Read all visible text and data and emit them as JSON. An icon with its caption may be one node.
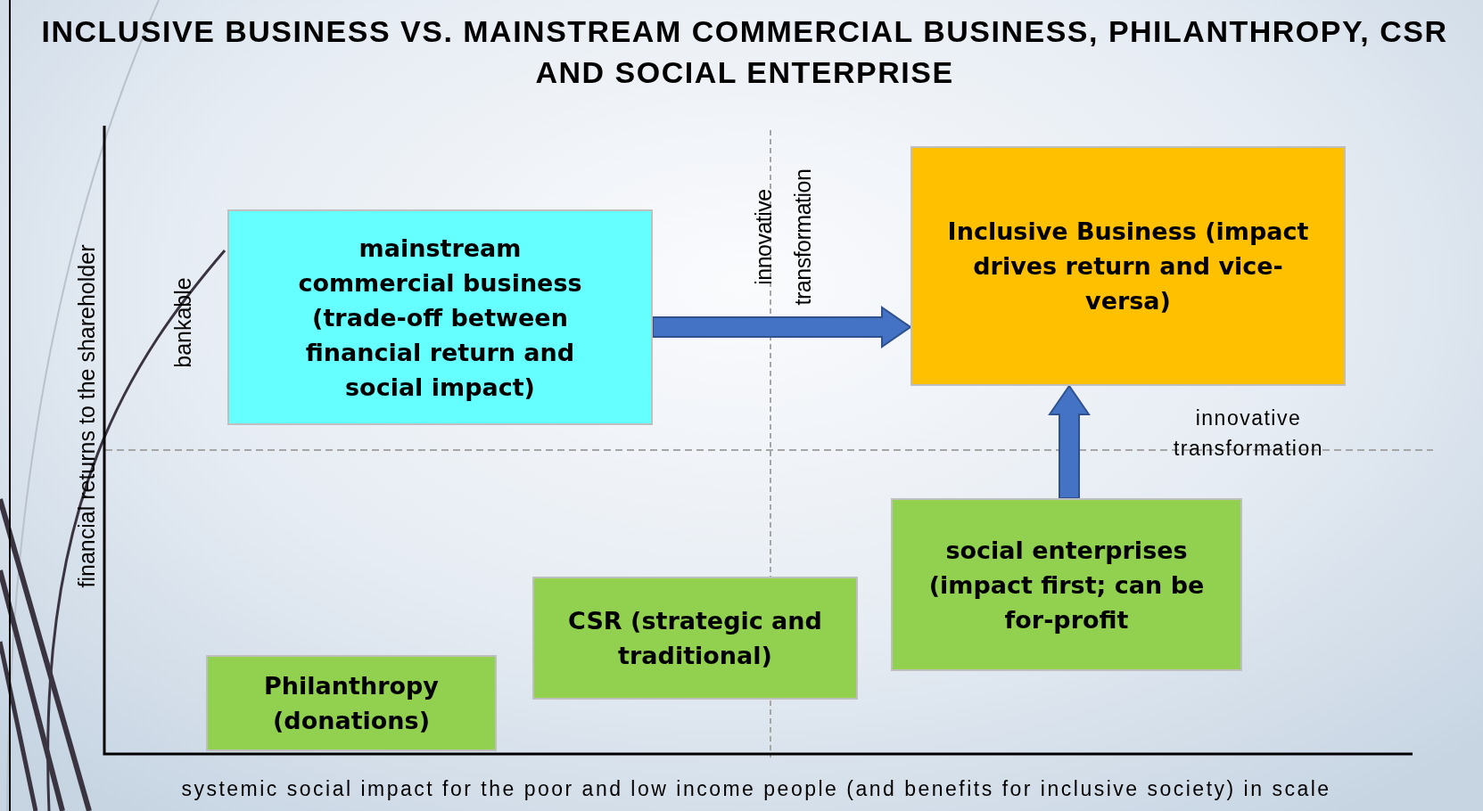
{
  "diagram": {
    "title": "INCLUSIVE BUSINESS VS. MAINSTREAM COMMERCIAL BUSINESS, PHILANTHROPY, CSR AND SOCIAL ENTERPRISE",
    "nodes": [
      {
        "text": [
          "mainstream commercial business (trade-off between financial return and social impact)"
        ]
      },
      {
        "text": [
          "Inclusive Business (impact drives return and vice-versa)"
        ]
      },
      {
        "text": [
          "Philanthropy (donations)"
        ]
      },
      {
        "text": [
          "CSR (strategic and traditional)"
        ]
      },
      {
        "text": [
          "social enterprises (impact first; can be for-profit"
        ]
      }
    ],
    "edges": [
      {
        "from": 0,
        "to": 1,
        "arrow": "to"
      },
      {
        "from": 4,
        "to": 1,
        "arrow": "to"
      }
    ],
    "labels": [
      "financial returns  to the shareholder",
      "bankable",
      "innovative transformation",
      "innovative transformation",
      "systemic social impact for the poor and low income people (and benefits for inclusive society) in scale"
    ]
  }
}
